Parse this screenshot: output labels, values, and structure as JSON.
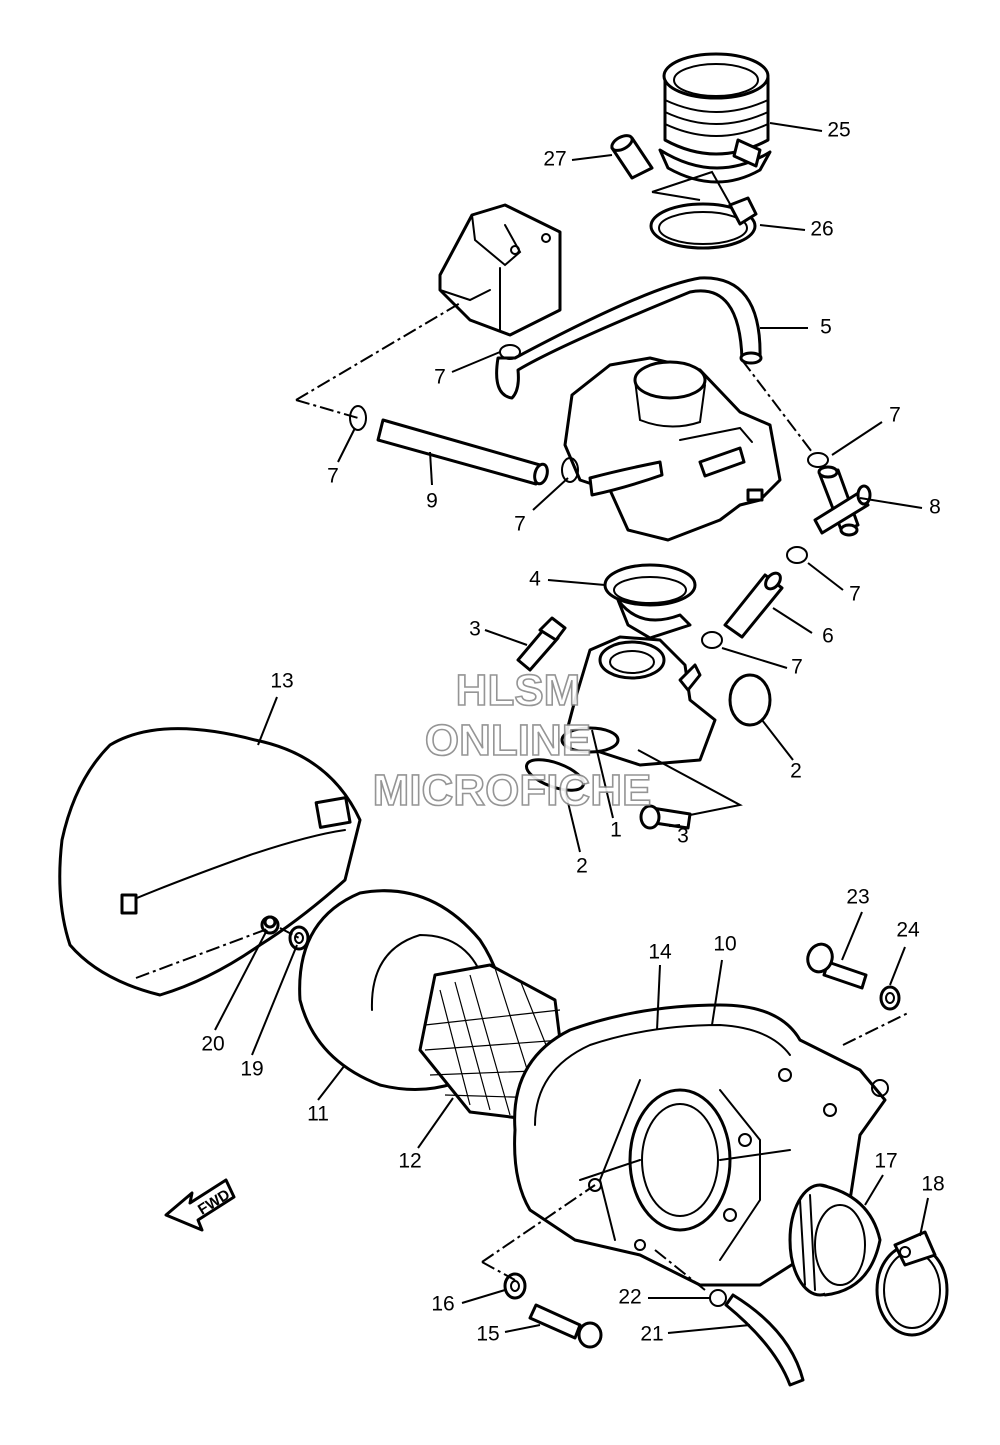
{
  "watermark": {
    "lines": [
      "HLSM",
      "ONLINE",
      "MICROFICHE"
    ]
  },
  "fwd_label": "FWD",
  "callouts": [
    {
      "id": "c25",
      "text": "25"
    },
    {
      "id": "c27",
      "text": "27"
    },
    {
      "id": "c26",
      "text": "26"
    },
    {
      "id": "c5",
      "text": "5"
    },
    {
      "id": "c7a",
      "text": "7"
    },
    {
      "id": "c7b",
      "text": "7"
    },
    {
      "id": "c9",
      "text": "9"
    },
    {
      "id": "c7c",
      "text": "7"
    },
    {
      "id": "c7d",
      "text": "7"
    },
    {
      "id": "c8",
      "text": "8"
    },
    {
      "id": "c7e",
      "text": "7"
    },
    {
      "id": "c4",
      "text": "4"
    },
    {
      "id": "c6",
      "text": "6"
    },
    {
      "id": "c3a",
      "text": "3"
    },
    {
      "id": "c7f",
      "text": "7"
    },
    {
      "id": "c13",
      "text": "13"
    },
    {
      "id": "c2a",
      "text": "2"
    },
    {
      "id": "c1",
      "text": "1"
    },
    {
      "id": "c3b",
      "text": "3"
    },
    {
      "id": "c2b",
      "text": "2"
    },
    {
      "id": "c23",
      "text": "23"
    },
    {
      "id": "c24",
      "text": "24"
    },
    {
      "id": "c14",
      "text": "14"
    },
    {
      "id": "c10",
      "text": "10"
    },
    {
      "id": "c20",
      "text": "20"
    },
    {
      "id": "c19",
      "text": "19"
    },
    {
      "id": "c11",
      "text": "11"
    },
    {
      "id": "c12",
      "text": "12"
    },
    {
      "id": "c17",
      "text": "17"
    },
    {
      "id": "c18",
      "text": "18"
    },
    {
      "id": "c16",
      "text": "16"
    },
    {
      "id": "c22",
      "text": "22"
    },
    {
      "id": "c15",
      "text": "15"
    },
    {
      "id": "c21",
      "text": "21"
    }
  ]
}
